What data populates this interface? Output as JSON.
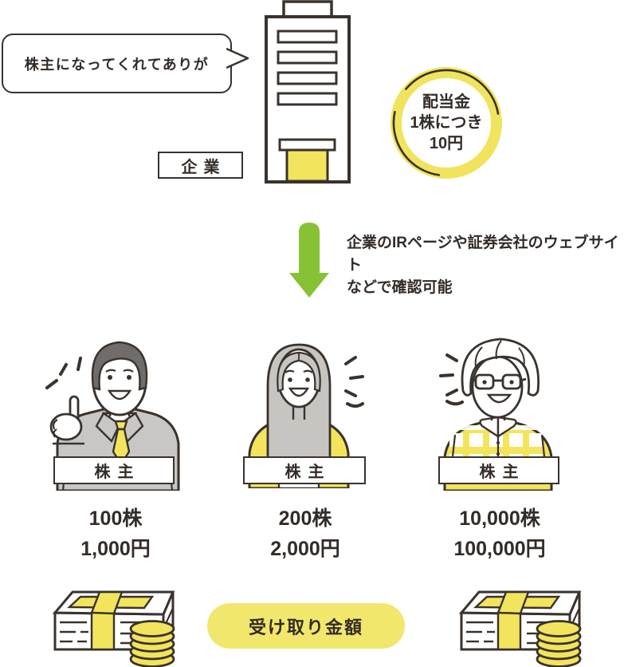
{
  "colors": {
    "background": "#ffffff",
    "outline": "#3a322c",
    "text": "#332b27",
    "yellow": "#f2e45c",
    "yellow_soft": "#f1e76c",
    "coin_ring_yellow": "#f0e45e",
    "green": "#87c235",
    "suit_gray": "#c9c7c5",
    "hair_dark_gray": "#6f6c6a",
    "hair_light_gray": "#c7c5c2"
  },
  "top": {
    "speech_bubble": {
      "text": "株主になってくれてありが"
    },
    "company_label": "企業",
    "dividend_badge": {
      "line1": "配当金",
      "line2": "1株につき",
      "line3": "10円"
    }
  },
  "arrow_note": {
    "line1": "企業のIRページや証券会社のウェブサイト",
    "line2": "などで確認可能"
  },
  "shareholders": [
    {
      "label": "株主",
      "shares": "100株",
      "amount": "1,000円"
    },
    {
      "label": "株主",
      "shares": "200株",
      "amount": "2,000円"
    },
    {
      "label": "株主",
      "shares": "10,000株",
      "amount": "100,000円"
    }
  ],
  "footer": {
    "received_amount_label": "受け取り金額"
  },
  "icons": {
    "building": "office-building-icon",
    "coin": "dividend-coin-icon",
    "arrow": "green-down-arrow-icon",
    "money_left": "money-stack-icon",
    "money_right": "money-stack-icon",
    "person_1": "shareholder-man-illustration",
    "person_2": "shareholder-woman-illustration",
    "person_3": "shareholder-young-man-illustration"
  }
}
